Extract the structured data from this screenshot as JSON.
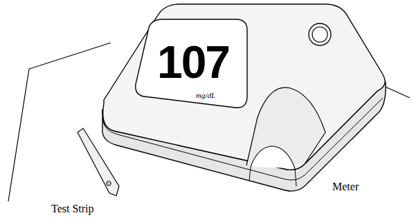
{
  "diagram": {
    "nodes": [
      {
        "text": [
          "107",
          "mg/dL"
        ]
      }
    ],
    "labels": [
      "Test Strip",
      "Meter"
    ]
  }
}
